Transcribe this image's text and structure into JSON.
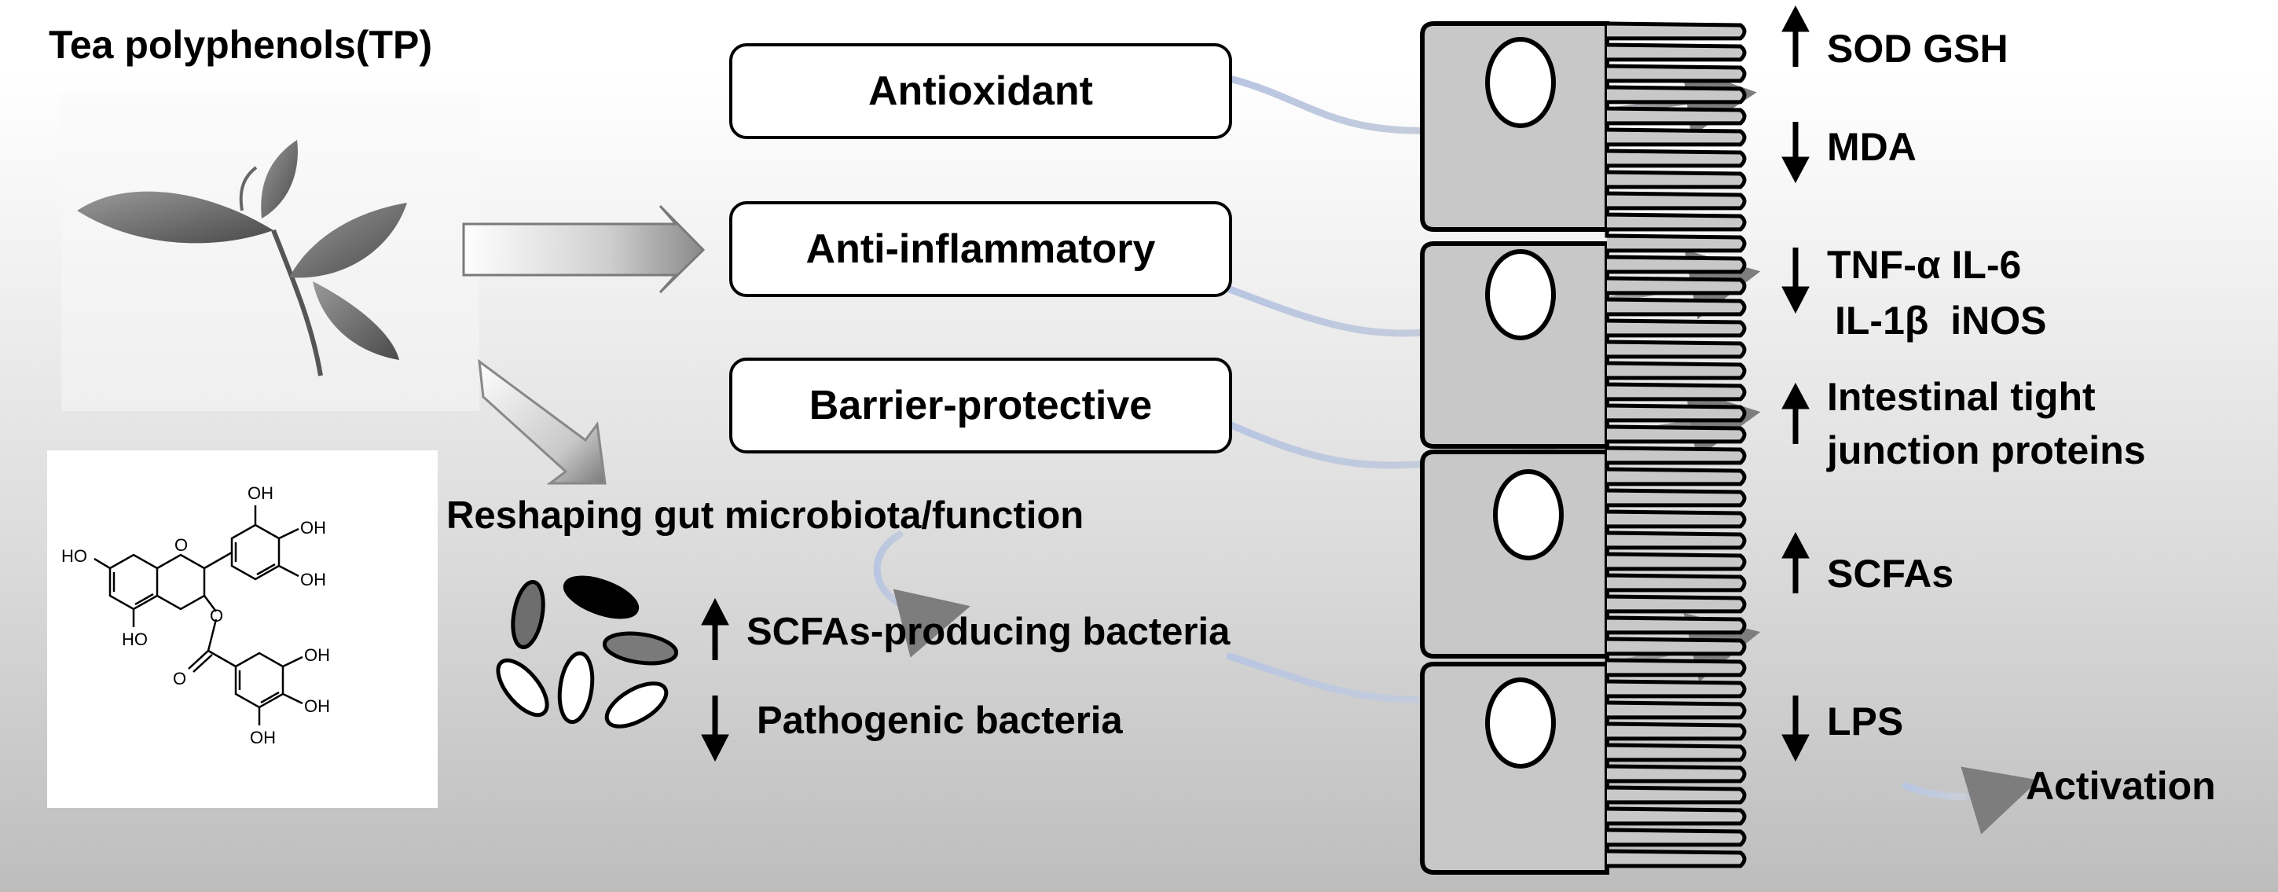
{
  "title": "Tea polyphenols(TP)",
  "effects": {
    "antioxidant": "Antioxidant",
    "anti_inflammatory": "Anti-inflammatory",
    "barrier_protective": "Barrier-protective"
  },
  "microbiota": {
    "heading": "Reshaping gut microbiota/function",
    "increase_label": "SCFAs-producing bacteria",
    "decrease_label": "Pathogenic bacteria"
  },
  "outcomes": {
    "sod_gsh": "SOD GSH",
    "mda": "MDA",
    "cytokines_line1": "TNF-α IL-6",
    "cytokines_line2": "IL-1β  iNOS",
    "tight_junction_line1": "Intestinal tight",
    "tight_junction_line2": "junction proteins",
    "scfas": "SCFAs",
    "lps": "LPS"
  },
  "legend": {
    "activation": "Activation"
  },
  "structure_labels": {
    "oh": "OH",
    "ho": "HO",
    "o": "O"
  },
  "colors": {
    "arrow_start": "#b9c6e2",
    "arrow_end": "#7d7d7d",
    "cell_fill": "#c8c8c8"
  }
}
